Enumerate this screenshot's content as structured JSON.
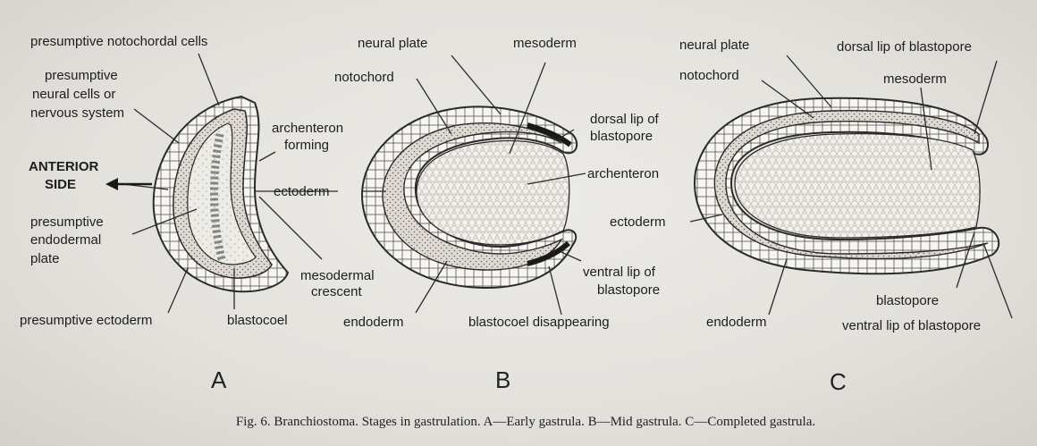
{
  "diagram_a": {
    "presumptive_notochordal": "presumptive notochordal cells",
    "presumptive_neural_1": "presumptive",
    "presumptive_neural_2": "neural cells or",
    "presumptive_neural_3": "nervous system",
    "anterior_1": "ANTERIOR",
    "anterior_2": "SIDE",
    "archenteron_1": "archenteron",
    "archenteron_2": "forming",
    "ectoderm": "ectoderm",
    "endodermal_1": "presumptive",
    "endodermal_2": "endodermal",
    "endodermal_3": "plate",
    "mesodermal_1": "mesodermal",
    "mesodermal_2": "crescent",
    "presumptive_ectoderm": "presumptive ectoderm",
    "blastocoel": "blastocoel",
    "letter": "A"
  },
  "diagram_b": {
    "neural_plate": "neural plate",
    "mesoderm": "mesoderm",
    "notochord": "notochord",
    "dorsal_lip_1": "dorsal lip of",
    "dorsal_lip_2": "blastopore",
    "archenteron": "archenteron",
    "ventral_lip_1": "ventral lip of",
    "ventral_lip_2": "blastopore",
    "endoderm": "endoderm",
    "blastocoel_disappearing": "blastocoel disappearing",
    "letter": "B"
  },
  "diagram_c": {
    "neural_plate": "neural plate",
    "dorsal_lip": "dorsal lip of blastopore",
    "notochord": "notochord",
    "mesoderm": "mesoderm",
    "ectoderm": "ectoderm",
    "blastopore": "blastopore",
    "endoderm": "endoderm",
    "ventral_lip": "ventral lip of blastopore",
    "letter": "C"
  },
  "caption": "Fig. 6. Branchiostoma. Stages in gastrulation. A—Early gastrula. B—Mid gastrula. C—Completed gastrula."
}
